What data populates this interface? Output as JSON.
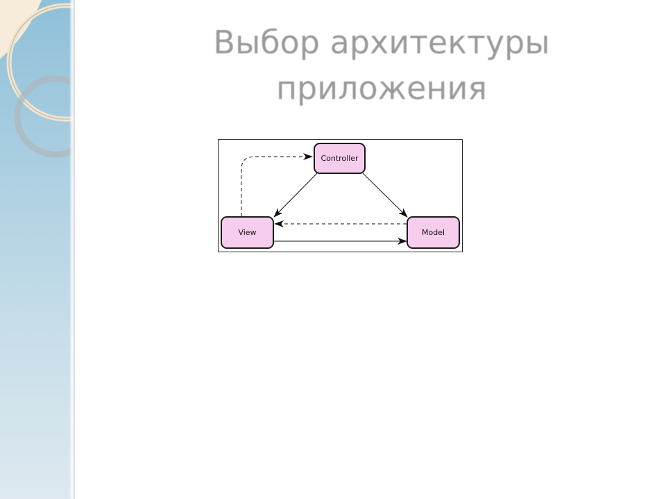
{
  "slide": {
    "title_line1": "Выбор архитектуры",
    "title_line2": "приложения"
  },
  "diagram": {
    "nodes": {
      "controller": "Controller",
      "view": "View",
      "model": "Model"
    },
    "colors": {
      "node_fill": "#f7cdee",
      "node_border": "#1a1a1a",
      "sidebar": "#a8cde0"
    }
  }
}
